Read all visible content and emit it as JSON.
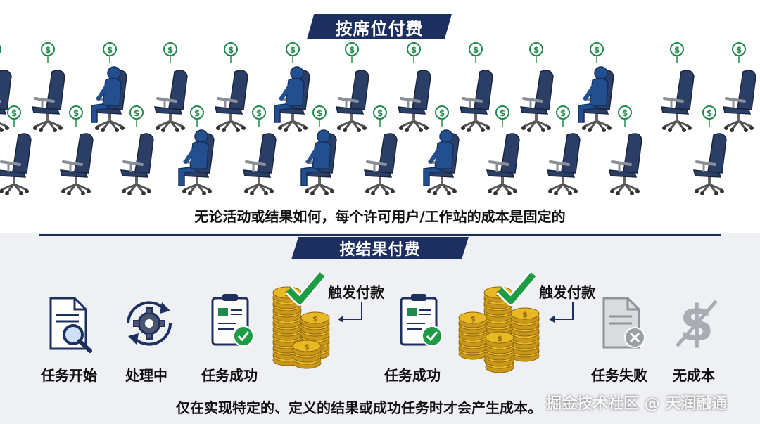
{
  "seat_section": {
    "title": "按席位付费",
    "caption": "无论活动或结果如何，每个许可用户/工作站的成本是固定的"
  },
  "result_section": {
    "title": "按结果付费",
    "caption": "仅在实现特定的、定义的结果或成功任务时才会产生成本。",
    "trigger_label_1": "触发付款",
    "trigger_label_2": "触发付款",
    "steps": [
      {
        "label": "任务开始",
        "icon": "document-search-icon"
      },
      {
        "label": "处理中",
        "icon": "gear-cycle-icon"
      },
      {
        "label": "任务成功",
        "icon": "clipboard-check-icon"
      },
      {
        "label": "任务成功",
        "icon": "clipboard-check-icon"
      },
      {
        "label": "任务失败",
        "icon": "document-fail-icon"
      },
      {
        "label": "无成本",
        "icon": "no-dollar-icon"
      }
    ]
  },
  "watermark": "掘金技术社区 @ 天润融通",
  "colors": {
    "navy": "#1d2f5e",
    "chair": "#2b3f66",
    "person": "#234f8f",
    "dollar_green": "#1f8a4c",
    "coin_gold": "#e8b923",
    "check_green": "#1e9b45",
    "fail_gray": "#9aa0a6"
  }
}
